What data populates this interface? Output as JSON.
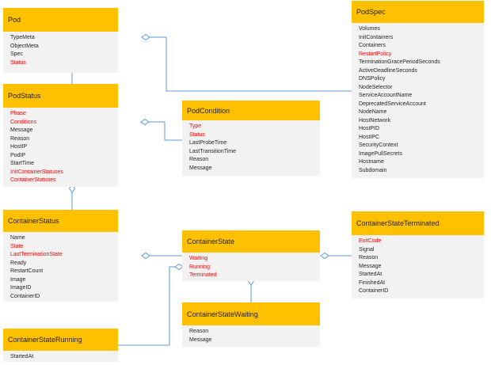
{
  "entities": [
    {
      "id": "pod",
      "title": "Pod",
      "fields": [
        {
          "name": "TypeMeta",
          "highlight": false
        },
        {
          "name": "ObjectMeta",
          "highlight": false
        },
        {
          "name": "Spec",
          "highlight": false
        },
        {
          "name": "Status",
          "highlight": true
        }
      ]
    },
    {
      "id": "podspec",
      "title": "PodSpec",
      "fields": [
        {
          "name": "Volumes",
          "highlight": false
        },
        {
          "name": "InitContainers",
          "highlight": false
        },
        {
          "name": "Containers",
          "highlight": false
        },
        {
          "name": "RestartPolicy",
          "highlight": true
        },
        {
          "name": "TerminationGracePeriodSeconds",
          "highlight": false
        },
        {
          "name": "ActiveDeadlineSeconds",
          "highlight": false
        },
        {
          "name": "DNSPolicy",
          "highlight": false
        },
        {
          "name": "NodeSelector",
          "highlight": false
        },
        {
          "name": "ServiceAccountName",
          "highlight": false
        },
        {
          "name": "DeprecatedServiceAccount",
          "highlight": false
        },
        {
          "name": "NodeName",
          "highlight": false
        },
        {
          "name": "HostNetwork",
          "highlight": false
        },
        {
          "name": "HostPID",
          "highlight": false
        },
        {
          "name": "HostIPC",
          "highlight": false
        },
        {
          "name": "SecurityContext",
          "highlight": false
        },
        {
          "name": "ImagePullSecrets",
          "highlight": false
        },
        {
          "name": "Hostname",
          "highlight": false
        },
        {
          "name": "Subdomain",
          "highlight": false
        }
      ]
    },
    {
      "id": "podstatus",
      "title": "PodStatus",
      "fields": [
        {
          "name": "Phase",
          "highlight": true
        },
        {
          "name": "Conditions",
          "highlight": true
        },
        {
          "name": "Message",
          "highlight": false
        },
        {
          "name": "Reason",
          "highlight": false
        },
        {
          "name": "HostIP",
          "highlight": false
        },
        {
          "name": "PodIP",
          "highlight": false
        },
        {
          "name": "StartTime",
          "highlight": false
        },
        {
          "name": "InitContainerStatuses",
          "highlight": true
        },
        {
          "name": "ContainerStatuses",
          "highlight": true
        }
      ]
    },
    {
      "id": "podcondition",
      "title": "PodCondition",
      "fields": [
        {
          "name": "Type",
          "highlight": true
        },
        {
          "name": "Status",
          "highlight": true
        },
        {
          "name": "LastProbeTime",
          "highlight": false
        },
        {
          "name": "LastTransitionTime",
          "highlight": false
        },
        {
          "name": "Reason",
          "highlight": false
        },
        {
          "name": "Message",
          "highlight": false
        }
      ]
    },
    {
      "id": "containerstatus",
      "title": "ContainerStatus",
      "fields": [
        {
          "name": "Name",
          "highlight": false
        },
        {
          "name": "State",
          "highlight": true
        },
        {
          "name": "LastTerminationState",
          "highlight": true
        },
        {
          "name": "Ready",
          "highlight": false
        },
        {
          "name": "RestartCount",
          "highlight": false
        },
        {
          "name": "Image",
          "highlight": false
        },
        {
          "name": "ImageID",
          "highlight": false
        },
        {
          "name": "ContainerID",
          "highlight": false
        }
      ]
    },
    {
      "id": "containerstate",
      "title": "ContainerState",
      "fields": [
        {
          "name": "Waiting",
          "highlight": true
        },
        {
          "name": "Running",
          "highlight": true
        },
        {
          "name": "Terminated",
          "highlight": true
        }
      ]
    },
    {
      "id": "containerstateterminated",
      "title": "ContainerStateTerminated",
      "fields": [
        {
          "name": "ExitCode",
          "highlight": true
        },
        {
          "name": "Signal",
          "highlight": false
        },
        {
          "name": "Reason",
          "highlight": false
        },
        {
          "name": "Message",
          "highlight": false
        },
        {
          "name": "StartedAt",
          "highlight": false
        },
        {
          "name": "FinishedAt",
          "highlight": false
        },
        {
          "name": "ContainerID",
          "highlight": false
        }
      ]
    },
    {
      "id": "containerstatewaiting",
      "title": "ContainerStateWaiting",
      "fields": [
        {
          "name": "Reason",
          "highlight": false
        },
        {
          "name": "Message",
          "highlight": false
        }
      ]
    },
    {
      "id": "containerstaterunning",
      "title": "ContainerStateRunning",
      "fields": [
        {
          "name": "StartedAt",
          "highlight": false
        }
      ]
    }
  ],
  "connectors": [
    {
      "from": "pod",
      "to": "podspec"
    },
    {
      "from": "pod",
      "to": "podstatus"
    },
    {
      "from": "podstatus",
      "to": "podcondition"
    },
    {
      "from": "podstatus",
      "to": "containerstatus"
    },
    {
      "from": "containerstatus",
      "to": "containerstate"
    },
    {
      "from": "containerstate",
      "to": "containerstateterminated"
    },
    {
      "from": "containerstate",
      "to": "containerstatewaiting"
    },
    {
      "from": "containerstate",
      "to": "containerstaterunning"
    }
  ],
  "colors": {
    "header": "#ffc000",
    "body": "#f2f2f2",
    "text": "#262626",
    "highlight_text": "#ff0000",
    "connector": "#5b9bd5"
  }
}
